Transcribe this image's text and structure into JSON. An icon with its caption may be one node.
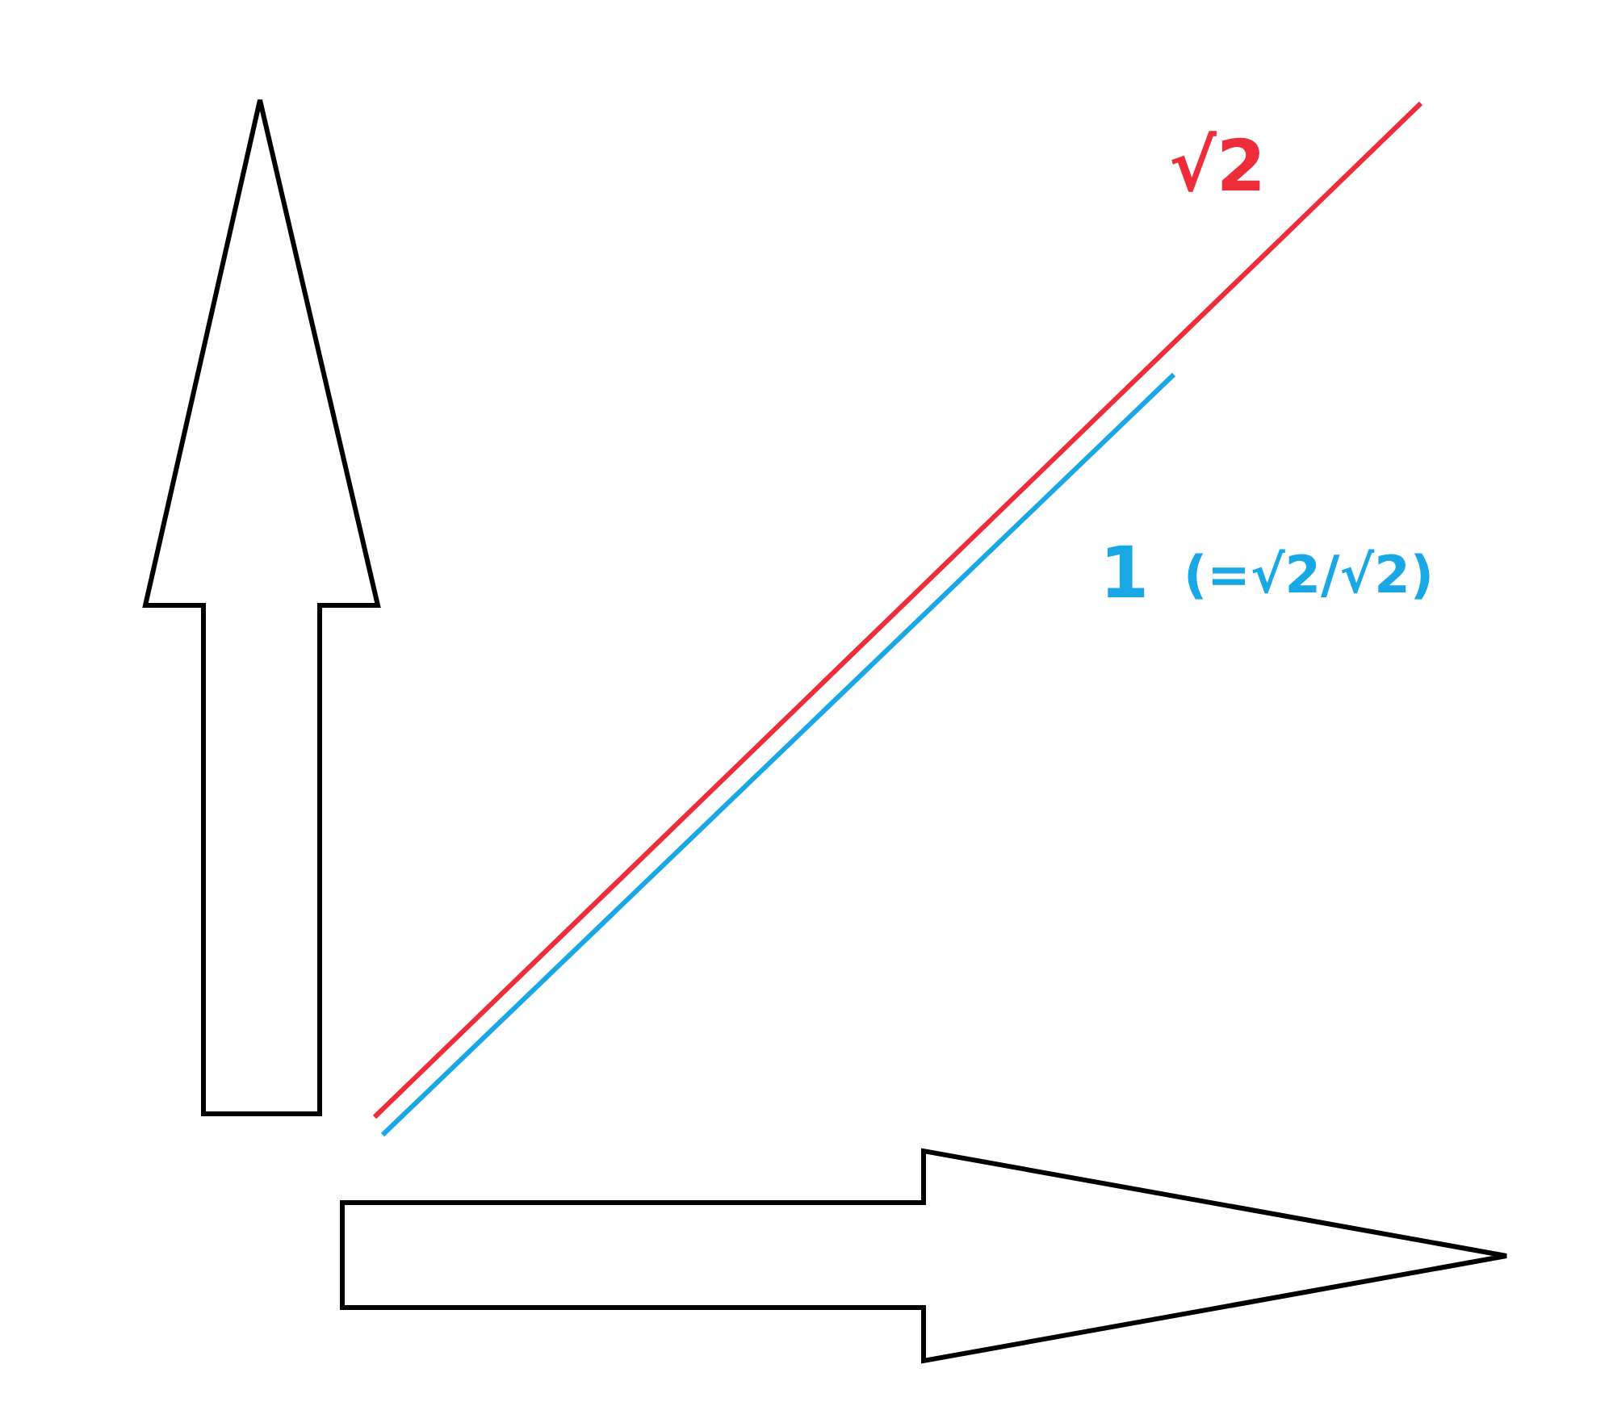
{
  "diagram": {
    "labels": [
      "√2",
      "1",
      "(=√2/√2)"
    ]
  }
}
